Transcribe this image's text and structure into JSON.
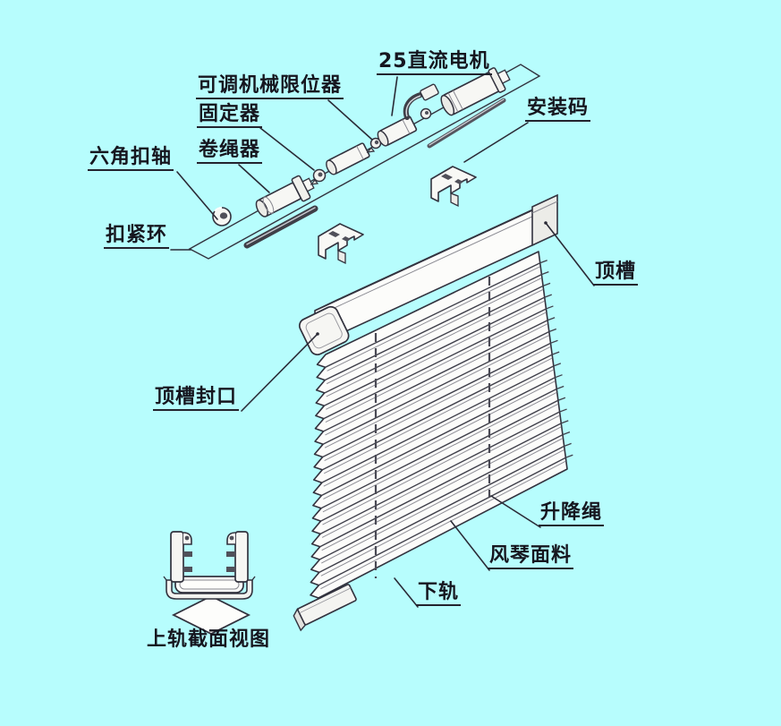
{
  "diagram": {
    "type": "exploded-parts-technical-diagram",
    "labels": {
      "dc_motor": "25直流电机",
      "adjustable_limiter": "可调机械限位器",
      "fixer": "固定器",
      "cord_winder": "卷绳器",
      "mounting_bracket": "安装码",
      "hex_shaft": "六角扣轴",
      "fastening_ring": "扣紧环",
      "top_channel": "顶槽",
      "top_channel_end_cap": "顶槽封口",
      "lift_cord": "升降绳",
      "accordion_fabric": "风琴面料",
      "bottom_rail": "下轨",
      "cross_section_caption": "上轨截面视图"
    },
    "colors": {
      "background": "#b7fdfd",
      "line": "#32323e",
      "text": "#16161f",
      "part_fill": "#fbfbfb"
    }
  }
}
